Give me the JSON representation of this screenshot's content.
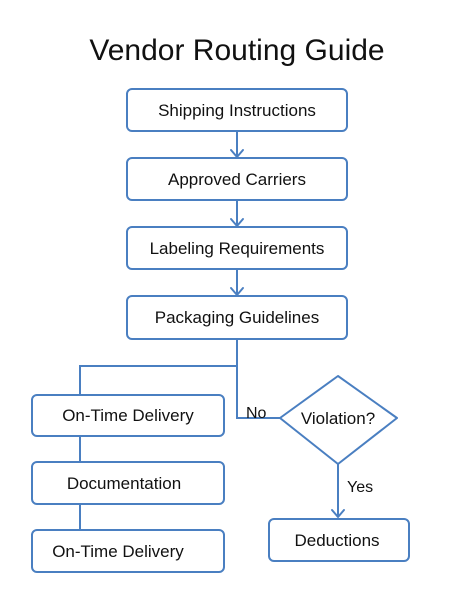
{
  "title": "Vendor Routing Guide",
  "nodes": {
    "shipping": "Shipping Instructions",
    "carriers": "Approved Carriers",
    "labeling": "Labeling Requirements",
    "packaging": "Packaging Guidelines",
    "ontime1": "On-Time Delivery",
    "documentation": "Documentation",
    "ontime2": "On-Time Delivery",
    "violation": "Violation?",
    "deductions": "Deductions"
  },
  "edge_labels": {
    "no": "No",
    "yes": "Yes"
  },
  "colors": {
    "stroke": "#4a7fc1",
    "text": "#111111",
    "background": "#ffffff"
  }
}
